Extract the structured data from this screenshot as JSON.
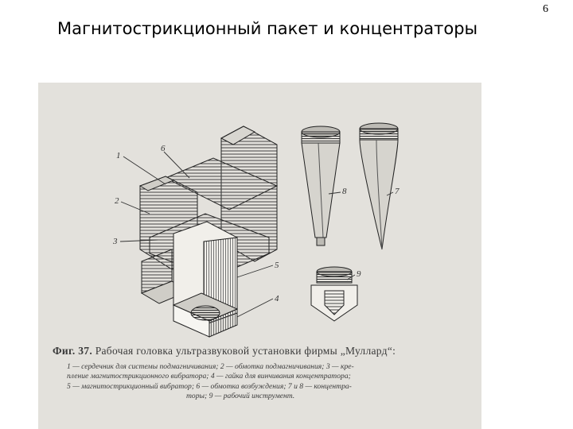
{
  "slide": {
    "title": "Магнитострикционный пакет и концентраторы",
    "number": "6"
  },
  "figure": {
    "labels": {
      "l1": "1",
      "l2": "2",
      "l3": "3",
      "l4": "4",
      "l5": "5",
      "l6": "6",
      "l7": "7",
      "l8": "8",
      "l9": "9"
    },
    "caption_label": "Фиг. 37.",
    "caption_title": "Рабочая головка ультразвуковой установки фирмы „Муллард“:",
    "caption_lines": [
      "1 — сердечник для системы подмагничивания; 2 — обмотка подмагничивания; 3 — кре-",
      "пление магнитострикционного вибратора; 4 — гайка для винчивания концентратора;",
      "5 — магнитострикционный вибратор; 6 — обмотка возбуждения; 7 и 8 — концентра-",
      "торы; 9 — рабочий инструмент."
    ]
  }
}
